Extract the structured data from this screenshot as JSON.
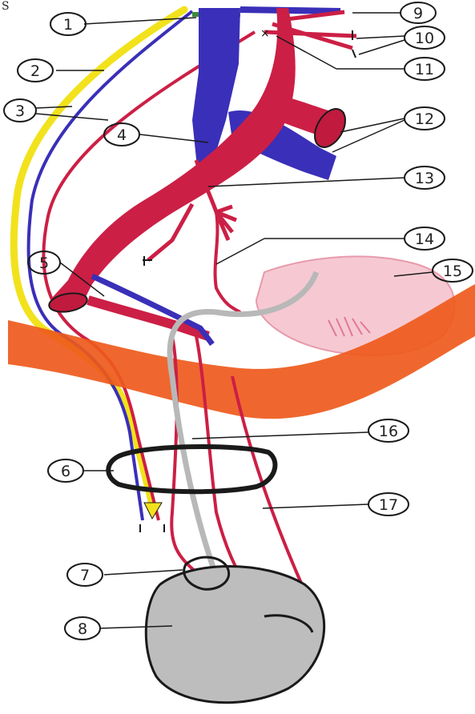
{
  "corner_mark": "S",
  "callouts": [
    {
      "id": "1",
      "text": "1"
    },
    {
      "id": "2",
      "text": "2"
    },
    {
      "id": "3",
      "text": "3"
    },
    {
      "id": "4",
      "text": "4"
    },
    {
      "id": "5",
      "text": "5"
    },
    {
      "id": "6",
      "text": "6"
    },
    {
      "id": "7",
      "text": "7"
    },
    {
      "id": "8",
      "text": "8"
    },
    {
      "id": "9",
      "text": "9"
    },
    {
      "id": "10",
      "text": "10"
    },
    {
      "id": "11",
      "text": "11"
    },
    {
      "id": "12",
      "text": "12"
    },
    {
      "id": "13",
      "text": "13"
    },
    {
      "id": "14",
      "text": "14"
    },
    {
      "id": "15",
      "text": "15"
    },
    {
      "id": "16",
      "text": "16"
    },
    {
      "id": "17",
      "text": "17"
    }
  ],
  "colors": {
    "artery": "#cc1f45",
    "vein": "#3a2fb8",
    "nerve": "#f2e21c",
    "deferent_duct": "#b8b8b8",
    "muscle_wall": "#ee5a1c",
    "bladder": "#f6c9d2",
    "testis": "#bdbdbd",
    "ink": "#1a1a1a"
  }
}
